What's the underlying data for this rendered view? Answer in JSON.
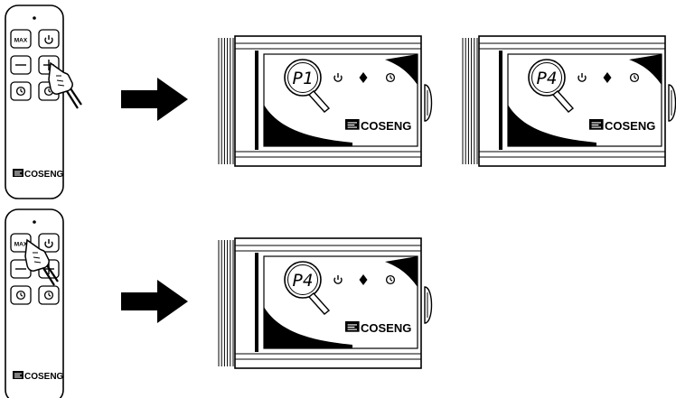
{
  "remotes": [
    {
      "buttons": {
        "max_label": "MAX",
        "minus_label": "−",
        "plus_label": "+"
      },
      "brand": "COSENG",
      "pressed": "plus-button"
    },
    {
      "buttons": {
        "max_label": "MAX",
        "minus_label": "−",
        "plus_label": "+"
      },
      "brand": "COSENG",
      "pressed": "max-button"
    }
  ],
  "heaters": [
    {
      "display": "P1",
      "brand": "COSENG"
    },
    {
      "display": "P4",
      "brand": "COSENG"
    },
    {
      "display": "P4",
      "brand": "COSENG"
    }
  ],
  "icons": [
    "power-icon",
    "up-down-icon",
    "timer-icon",
    "magnifier-icon",
    "hand-pointer-icon",
    "arrow-right-icon"
  ],
  "colors": {
    "ink": "#000000",
    "paper": "#ffffff"
  }
}
